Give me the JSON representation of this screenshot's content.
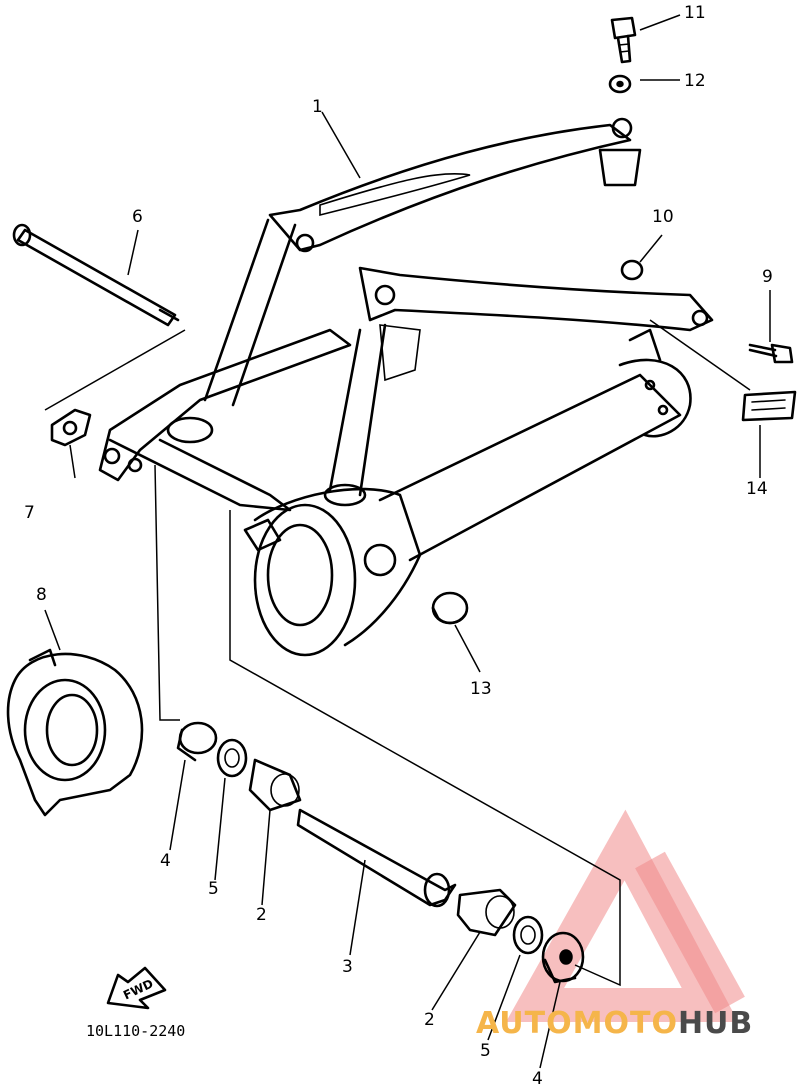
{
  "diagram": {
    "code": "10L110-2240",
    "fwd_label": "FWD",
    "callouts": [
      "1",
      "2",
      "2",
      "3",
      "4",
      "4",
      "5",
      "5",
      "6",
      "7",
      "8",
      "9",
      "10",
      "11",
      "12",
      "13",
      "14"
    ]
  },
  "watermark": {
    "text_auto": "AUTO",
    "text_moto": "MOTO",
    "text_hub": "HUB",
    "colors": {
      "triangle": "#f08a8a",
      "auto": "#f5b54a",
      "moto": "#f5b54a",
      "hub": "#4a4a4a"
    }
  }
}
